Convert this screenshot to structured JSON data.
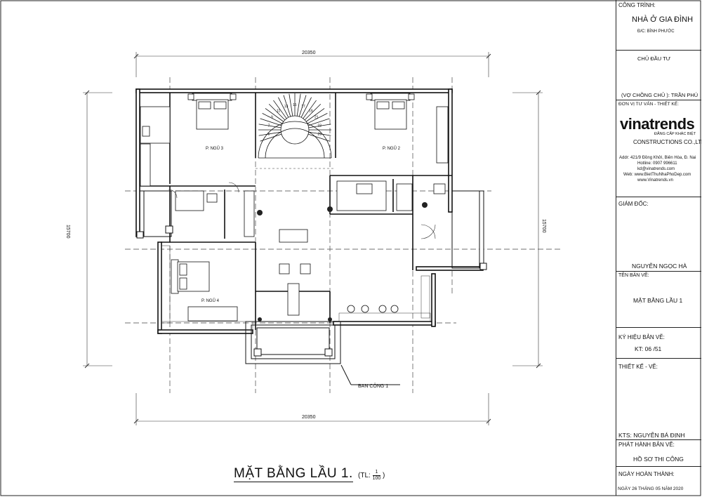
{
  "title_block": {
    "cong_trinh_label": "CÔNG TRÌNH:",
    "project_name": "NHÀ Ở GIA ĐÌNH",
    "address": "Đ/C: BÌNH PHƯỚC",
    "chu_dau_tu_label": "CHỦ ĐẦU TƯ",
    "owner": "(VỢ CHỒNG CHỦ ): TRẦN PHÚ",
    "consultant_label": "ĐƠN VỊ TƯ VẤN - THIẾT KẾ:",
    "brand": "vinatrends",
    "brand_slogan": "ĐẲNG CẤP KHÁC BIỆT",
    "company": "CONSTRUCTIONS CO.,LTD",
    "addr_line": "Addr: 421/9 Đồng Khởi, Biên Hòa, Đ. Nai",
    "hotline": "Hotline: 0907 996611",
    "email": "kd@vinatrends.com",
    "web1": "Web: www.BietThuNhaPhoDep.com",
    "web2": "www.Vinatrends.vn",
    "director_label": "GIÁM ĐỐC:",
    "director": "NGUYỄN NGỌC HÀ",
    "drawing_name_label": "TÊN BẢN VẼ:",
    "drawing_name": "MẶT BẰNG LẦU 1",
    "drawing_code_label": "KÝ HIỆU BẢN VẼ:",
    "drawing_code": "KT:  06 /51",
    "designer_label": "THIẾT KẾ - VẼ:",
    "designer": "KTS:  NGUYỄN BÁ ĐỊNH",
    "issue_label": "PHÁT HÀNH BẢN VẼ:",
    "issue": "HỒ SƠ THI CÔNG",
    "completion_label": "NGÀY HOÀN THÀNH:",
    "completion": "NGÀY 26 THÁNG 05 NĂM 2020"
  },
  "plan": {
    "dim_top": "20350",
    "dim_bottom": "20350",
    "dim_left": "15700",
    "dim_right": "15700",
    "rooms": [
      "P. NGỦ 3",
      "P. NGỦ 2",
      "P. NGỦ 4"
    ],
    "balcony_label": "BAN CÔNG 1",
    "stair_steps": [
      "5",
      "7",
      "9",
      "11",
      "13",
      "15",
      "17",
      "19",
      "21",
      "23",
      "25"
    ]
  },
  "drawing_title": {
    "main": "MẶT BẰNG LẦU 1.",
    "scale_prefix": "(TL:",
    "scale_num": "1",
    "scale_den": "100",
    "scale_suffix": ")"
  }
}
